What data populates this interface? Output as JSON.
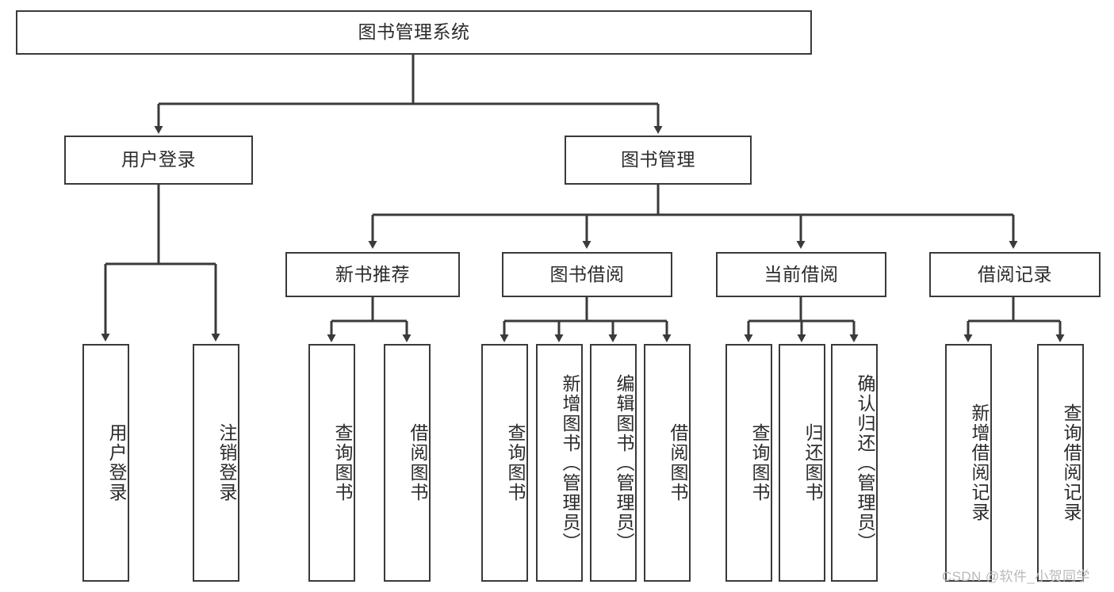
{
  "diagram": {
    "title": "图书管理系统",
    "type": "hierarchy-tree",
    "watermark": "CSDN @软件_小贺同学",
    "colors": {
      "border": "#3a3a3a",
      "text": "#2b2b2b",
      "background": "#ffffff",
      "connector": "#3a3a3a",
      "watermark": "#b9b9b9"
    },
    "root": {
      "label": "图书管理系统"
    },
    "level2": [
      {
        "label": "用户登录"
      },
      {
        "label": "图书管理"
      }
    ],
    "level3": [
      {
        "label": "新书推荐"
      },
      {
        "label": "图书借阅"
      },
      {
        "label": "当前借阅"
      },
      {
        "label": "借阅记录"
      }
    ],
    "leaves": {
      "user_login": [
        {
          "label": "用户登录"
        },
        {
          "label": "注销登录"
        }
      ],
      "new_book_recommend": [
        {
          "label": "查询图书"
        },
        {
          "label": "借阅图书"
        }
      ],
      "book_borrow": [
        {
          "label": "查询图书"
        },
        {
          "label": "新增图书（管理员）"
        },
        {
          "label": "编辑图书（管理员）"
        },
        {
          "label": "借阅图书"
        }
      ],
      "current_borrow": [
        {
          "label": "查询图书"
        },
        {
          "label": "归还图书"
        },
        {
          "label": "确认归还（管理员）"
        }
      ],
      "borrow_records": [
        {
          "label": "新增借阅记录"
        },
        {
          "label": "查询借阅记录"
        }
      ]
    }
  }
}
